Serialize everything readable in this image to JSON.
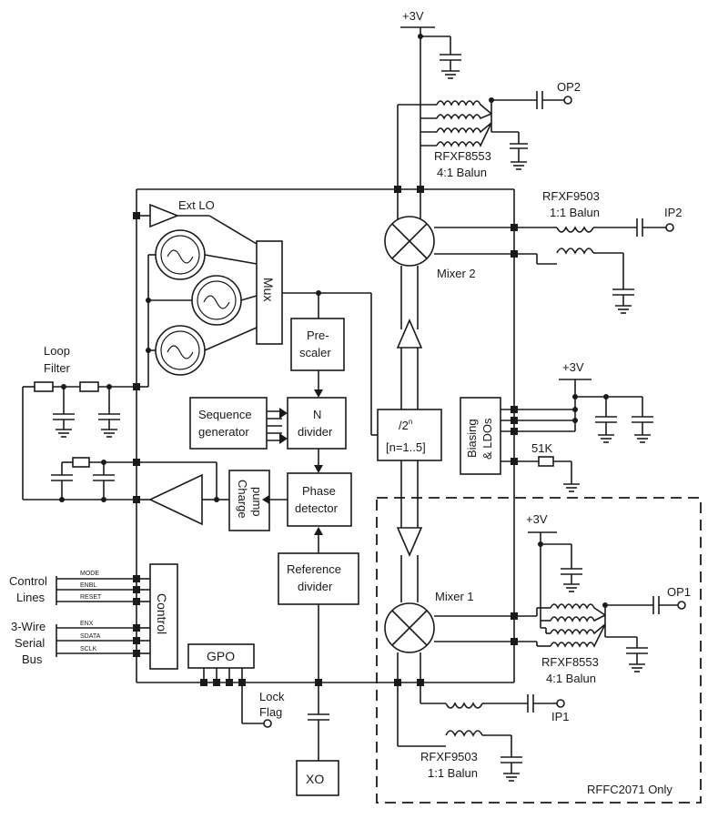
{
  "blocks": {
    "ext_lo": "Ext LO",
    "mux": "Mux",
    "prescaler_1": "Pre-",
    "prescaler_2": "scaler",
    "seq_gen_1": "Sequence",
    "seq_gen_2": "generator",
    "n_div_1": "N",
    "n_div_2": "divider",
    "div2n_1": "/2",
    "div2n_sup": "n",
    "div2n_2": "[n=1..5]",
    "phase_det_1": "Phase",
    "phase_det_2": "detector",
    "charge_pump_1": "Charge",
    "charge_pump_2": "pump",
    "ref_div_1": "Reference",
    "ref_div_2": "divider",
    "control": "Control",
    "gpo": "GPO",
    "xo": "XO",
    "biasing_1": "Biasing",
    "biasing_2": "& LDOs",
    "mixer1": "Mixer 1",
    "mixer2": "Mixer 2"
  },
  "labels": {
    "loop_filter_1": "Loop",
    "loop_filter_2": "Filter",
    "control_lines_1": "Control",
    "control_lines_2": "Lines",
    "serial_bus_1": "3-Wire",
    "serial_bus_2": "Serial",
    "serial_bus_3": "Bus",
    "lock_flag_1": "Lock",
    "lock_flag_2": "Flag",
    "v3_top": "+3V",
    "v3_bias": "+3V",
    "v3_mixer1": "+3V",
    "op2": "OP2",
    "ip2": "IP2",
    "op1": "OP1",
    "ip1": "IP1",
    "balun_8553_top_1": "RFXF8553",
    "balun_8553_top_2": "4:1 Balun",
    "balun_9503_top_1": "RFXF9503",
    "balun_9503_top_2": "1:1 Balun",
    "balun_8553_bot_1": "RFXF8553",
    "balun_8553_bot_2": "4:1 Balun",
    "balun_9503_bot_1": "RFXF9503",
    "balun_9503_bot_2": "1:1 Balun",
    "r51k": "51K",
    "rffc_only": "RFFC2071 Only"
  },
  "pins": {
    "mode": "MODE",
    "enbl": "ENBL",
    "reset": "RESET",
    "enx": "ENX",
    "sdata": "SDATA",
    "sclk": "SCLK"
  }
}
